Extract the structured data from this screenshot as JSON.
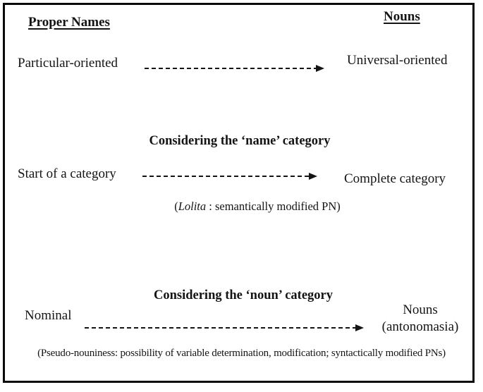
{
  "figure": {
    "headers": {
      "left": "Proper Names",
      "right": "Nouns"
    },
    "section1": {
      "left": "Particular-oriented",
      "right": "Universal-oriented"
    },
    "section2": {
      "title": "Considering the ‘name’ category",
      "left": "Start of a category",
      "right": "Complete category",
      "note_open": "(",
      "note_italic": "Lolita",
      "note_rest": " : semantically modified PN)"
    },
    "section3": {
      "title": "Considering the ‘noun’ category",
      "left": "Nominal",
      "right_line1": "Nouns",
      "right_line2": "(antonomasia)",
      "footnote": "(Pseudo-nouniness: possibility of variable determination, modification; syntactically modified PNs)"
    },
    "arrows": [
      {
        "name": "particular-to-universal",
        "style": "dashed"
      },
      {
        "name": "start-to-complete-category",
        "style": "dashed"
      },
      {
        "name": "nominal-to-nouns",
        "style": "dashed"
      }
    ],
    "colors": {
      "ink": "#141414",
      "background": "#ffffff"
    }
  }
}
